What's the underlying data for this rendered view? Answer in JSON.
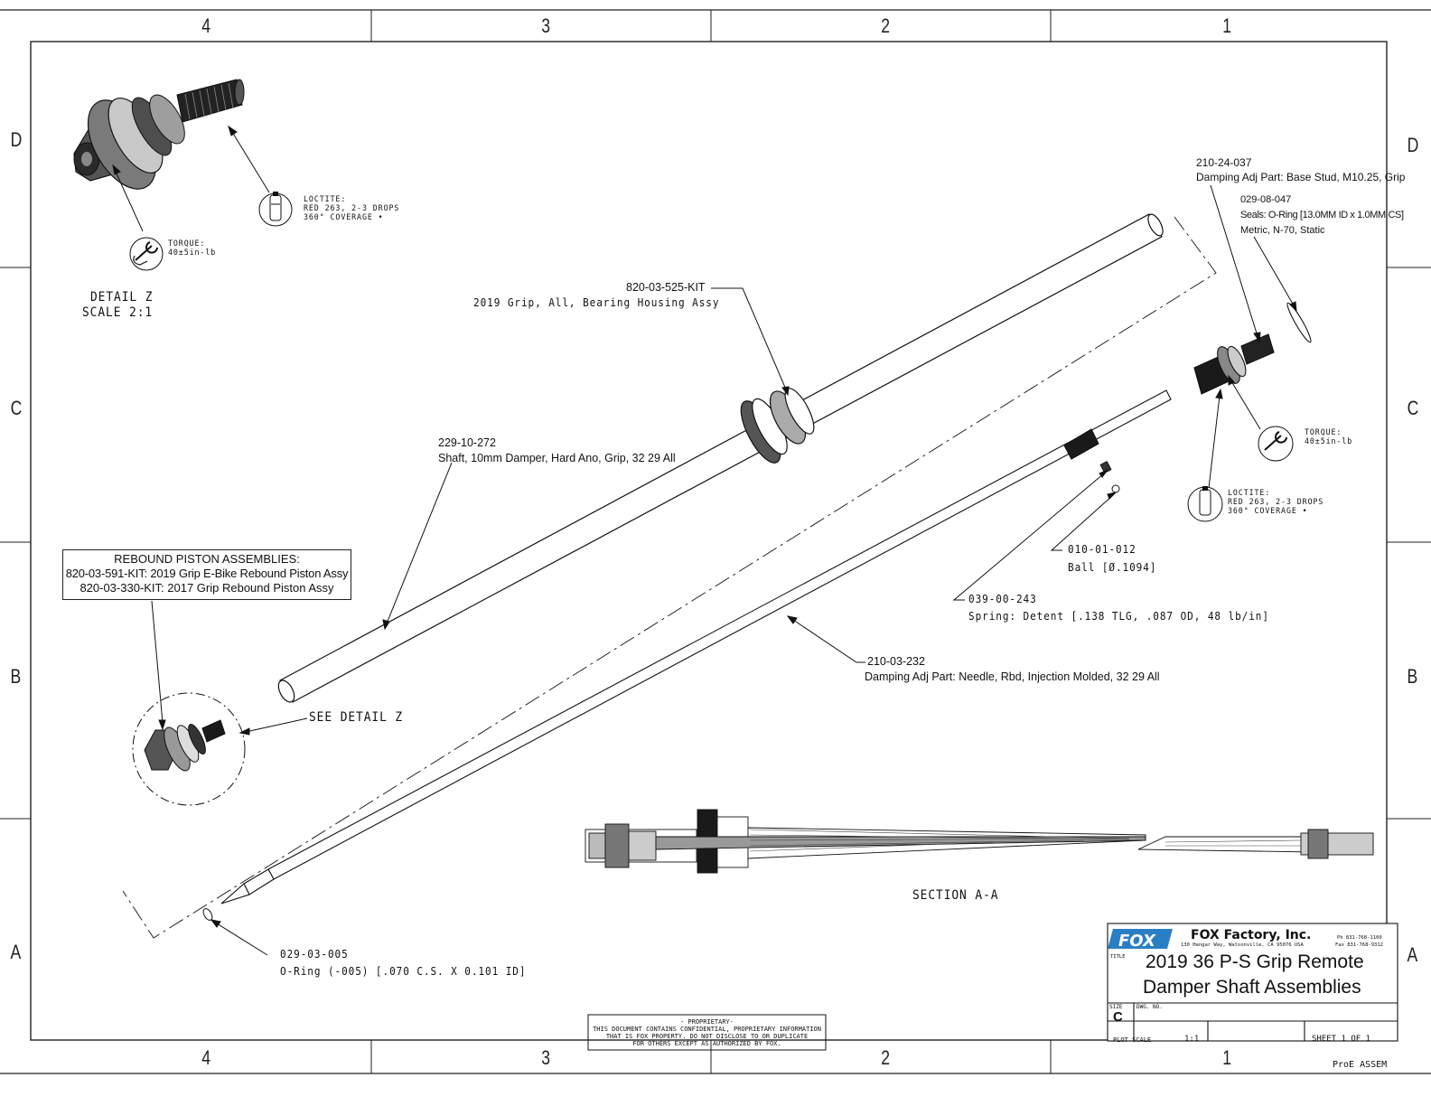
{
  "zones": {
    "columns": [
      "4",
      "3",
      "2",
      "1"
    ],
    "rows": [
      "D",
      "C",
      "B",
      "A"
    ]
  },
  "detail": {
    "title": "DETAIL  Z",
    "scale": "SCALE  2:1",
    "loctite_label": "LOCTITE:",
    "loctite_spec1": "RED 263, 2-3 DROPS",
    "loctite_spec2": "360° COVERAGE •",
    "torque_label": "TORQUE:",
    "torque_value": "40±5in-lb"
  },
  "callouts": {
    "bearing_pn": "820-03-525-KIT",
    "bearing_desc": "2019 Grip, All, Bearing Housing Assy",
    "shaft_pn": "229-10-272",
    "shaft_desc": "Shaft, 10mm Damper, Hard Ano, Grip, 32 29 All",
    "basestud_pn": "210-24-037",
    "basestud_desc": "Damping Adj Part: Base Stud, M10.25, Grip",
    "oring_pn": "029-08-047",
    "oring_desc1": "Seals: O-Ring [13.0MM ID x 1.0MM CS]",
    "oring_desc2": "Metric, N-70, Static",
    "right_torque_label": "TORQUE:",
    "right_torque_value": "40±5in-lb",
    "right_loctite_label": "LOCTITE:",
    "right_loctite_spec1": "RED 263, 2-3 DROPS",
    "right_loctite_spec2": "360° COVERAGE •",
    "ball_pn": "010-01-012",
    "ball_desc": "Ball [Ø.1094]",
    "spring_pn": "039-00-243",
    "spring_desc": "Spring: Detent [.138 TLG, .087 OD, 48 lb/in]",
    "needle_pn": "210-03-232",
    "needle_desc": "Damping Adj Part: Needle, Rbd, Injection Molded, 32 29 All",
    "see_detail": "SEE DETAIL  Z",
    "small_oring_pn": "029-03-005",
    "small_oring_desc": "O-Ring (-005) [.070 C.S. X 0.101 ID]",
    "rebound_title": "REBOUND PISTON ASSEMBLIES:",
    "rebound_line1": "820-03-591-KIT: 2019 Grip E-Bike Rebound Piston Assy",
    "rebound_line2": "820-03-330-KIT: 2017 Grip Rebound Piston Assy",
    "section": "SECTION  A-A"
  },
  "proprietary": {
    "heading": "- PROPRIETARY-",
    "line1": "THIS DOCUMENT CONTAINS CONFIDENTIAL, PROPRIETARY INFORMATION",
    "line2": "THAT IS FOX PROPERTY.  DO NOT DISCLOSE TO OR DUPLICATE",
    "line3": "FOR OTHERS EXCEPT AS AUTHORIZED BY FOX."
  },
  "title_block": {
    "company": "FOX Factory, Inc.",
    "address": "130 Hangar Way, Watsonville, CA 95076 USA",
    "phone": "Ph 831-768-1100",
    "fax": "Fax 831-768-9312",
    "title_tag": "TITLE",
    "title_line1": "2019 36 P-S Grip Remote",
    "title_line2": "Damper Shaft Assemblies",
    "size_label": "SIZE",
    "size_value": "C",
    "dwg_label": "DWG. NO.",
    "plot_scale_label": "PLOT SCALE",
    "plot_scale_value": "1:1",
    "sheet": "SHEET 1 OF 1",
    "proe": "ProE ASSEM"
  },
  "colors": {
    "ink": "#111111",
    "fox_blue": "#2a7fc4",
    "part_dark": "#1a1a1a",
    "part_mid": "#6b6b6b"
  },
  "icons": [
    "fox-logo",
    "loctite-tube-icon",
    "torque-wrench-icon"
  ]
}
